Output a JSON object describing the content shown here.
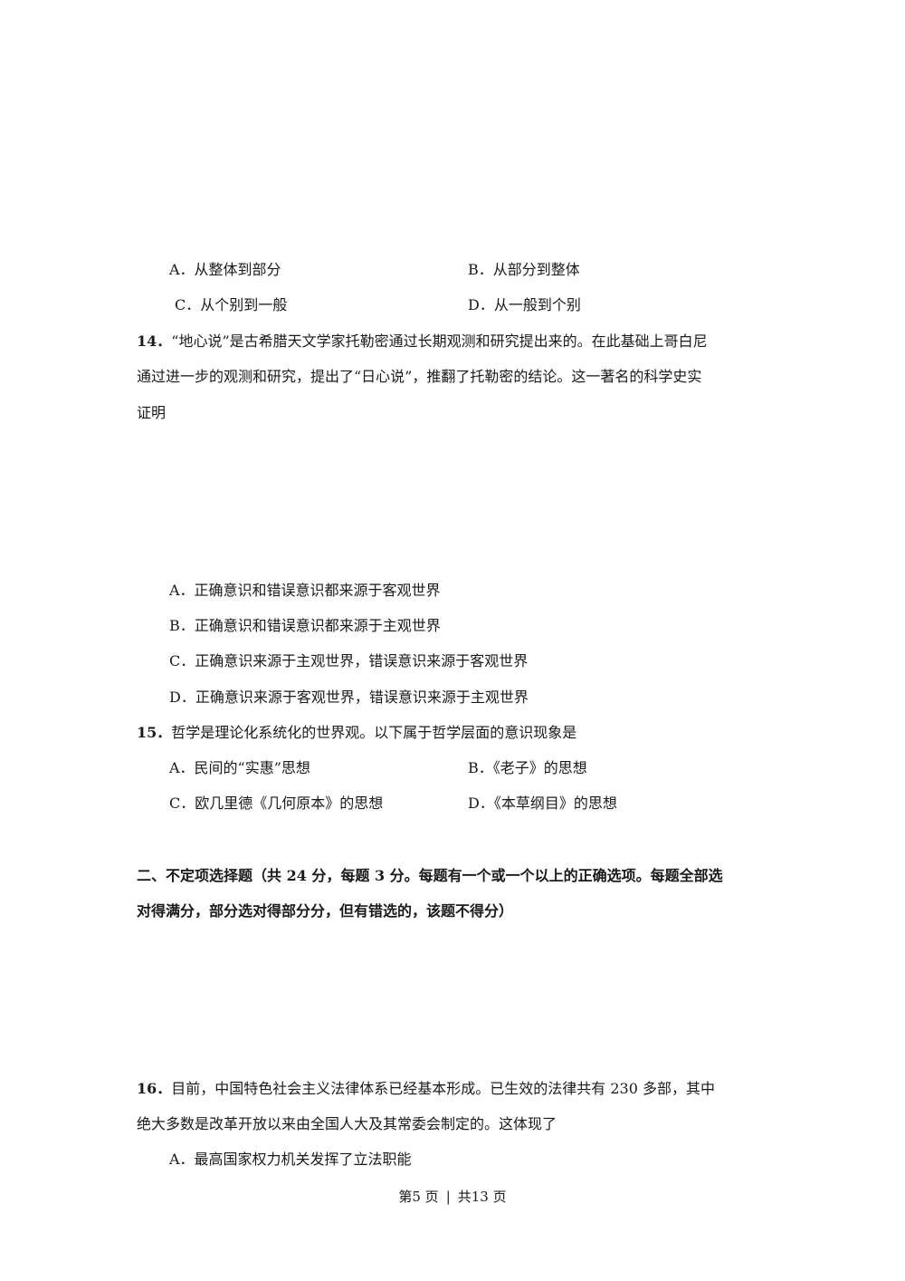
{
  "q13": {
    "options": {
      "A": "A．从整体到部分",
      "B": "B．从部分到整体",
      "C": "C．从个别到一般",
      "D": "D．从一般到个别"
    }
  },
  "q14": {
    "number": "14．",
    "line1": "“地心说”是古希腊天文学家托勒密通过长期观测和研究提出来的。在此基础上哥白尼",
    "line2": "通过进一步的观测和研究，提出了“日心说”，推翻了托勒密的结论。这一著名的科学史实",
    "line3": "证明",
    "options": {
      "A": "A．正确意识和错误意识都来源于客观世界",
      "B": "B．正确意识和错误意识都来源于主观世界",
      "C": "C．正确意识来源于主观世界，错误意识来源于客观世界",
      "D": "D．正确意识来源于客观世界，错误意识来源于主观世界"
    }
  },
  "q15": {
    "number": "15．",
    "stem": "哲学是理论化系统化的世界观。以下属于哲学层面的意识现象是",
    "options": {
      "A": "A．民间的“实惠”思想",
      "B": "B．《老子》的思想",
      "C": "C．欧几里德《几何原本》的思想",
      "D": "D．《本草纲目》的思想"
    }
  },
  "section2": {
    "line1": "二、不定项选择题（共 24 分，每题 3 分。每题有一个或一个以上的正确选项。每题全部选",
    "line2": "对得满分，部分选对得部分分，但有错选的，该题不得分）"
  },
  "q16": {
    "number": "16．",
    "line1": "目前，中国特色社会主义法律体系已经基本形成。已生效的法律共有 230 多部，其中",
    "line2": "绝大多数是改革开放以来由全国人大及其常委会制定的。这体现了",
    "options": {
      "A": "A．最高国家权力机关发挥了立法职能"
    }
  },
  "footer": {
    "current": "第5 页",
    "separator": "|",
    "total": "共13 页"
  }
}
